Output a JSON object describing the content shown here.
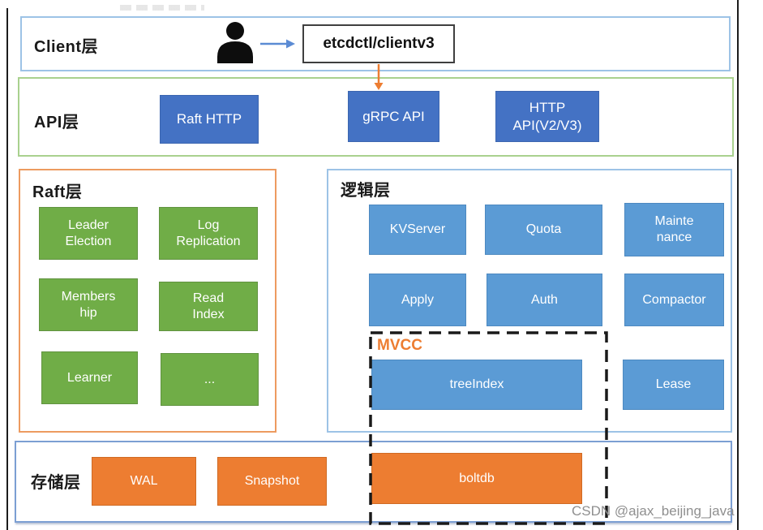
{
  "client_layer": {
    "label": "Client层",
    "etcdctl_box": "etcdctl/clientv3"
  },
  "api_layer": {
    "label": "API层",
    "raft_http": "Raft HTTP",
    "grpc_api": "gRPC API",
    "http_api": "HTTP\nAPI(V2/V3)"
  },
  "raft_layer": {
    "label": "Raft层",
    "leader_election": "Leader\nElection",
    "log_replication": "Log\nReplication",
    "membership": "Members\nhip",
    "read_index": "Read\nIndex",
    "learner": "Learner",
    "more": "..."
  },
  "logic_layer": {
    "label": "逻辑层",
    "kvserver": "KVServer",
    "quota": "Quota",
    "maintenance": "Mainte\nnance",
    "apply": "Apply",
    "auth": "Auth",
    "compactor": "Compactor",
    "mvcc_label": "MVCC",
    "treeindex": "treeIndex",
    "lease": "Lease"
  },
  "storage_layer": {
    "label": "存储层",
    "wal": "WAL",
    "snapshot": "Snapshot",
    "boltdb": "boltdb"
  },
  "watermark": "CSDN @ajax_beijing_java",
  "colors": {
    "api_box": "#4472C4",
    "logic_box": "#5B9BD5",
    "raft_box": "#70AD47",
    "storage_box": "#ED7D31",
    "client_border": "#9DC3E6",
    "api_border": "#A9D18E",
    "raft_border": "#ED9B60",
    "logic_border": "#9DC3E6",
    "storage_border": "#7C9FD3",
    "mvcc_label": "#ED7D31",
    "arrow_blue": "#5B8BD4",
    "arrow_orange": "#ED7D31"
  }
}
